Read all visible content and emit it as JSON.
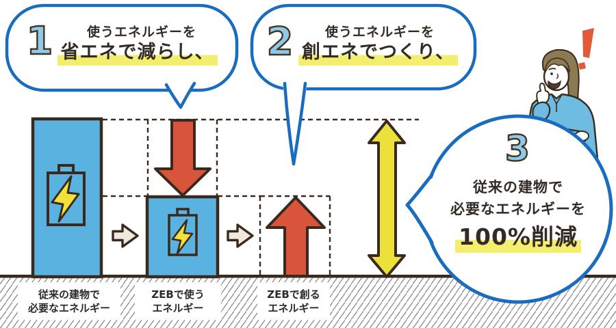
{
  "bubble1": {
    "number": "1",
    "line1": "使うエネルギーを",
    "line2": "省エネで減らし、"
  },
  "bubble2": {
    "number": "2",
    "line1": "使うエネルギーを",
    "line2": "創エネでつくり、"
  },
  "circle3": {
    "number": "3",
    "line1": "従来の建物で",
    "line2": "必要なエネルギーを",
    "line3": "100%削減"
  },
  "ground_labels": [
    {
      "line1": "従来の建物で",
      "line2": "必要なエネルギー"
    },
    {
      "line1": "ZEBで使う",
      "line2": "エネルギー"
    },
    {
      "line1": "ZEBで創る",
      "line2": "エネルギー"
    }
  ],
  "icons": {
    "battery": "battery-energy-icon",
    "lightning": "lightning-bolt-icon",
    "reduce_arrow": "red-down-arrow-icon",
    "create_arrow": "red-up-arrow-icon",
    "total_arrow": "yellow-double-arrow-icon",
    "step_arrow": "next-step-arrow-icon",
    "exclamation": "exclamation-mark-icon",
    "person": "guide-woman-illustration"
  },
  "colors": {
    "bar_blue": "#59B2DF",
    "outline_brown": "#3A2A1E",
    "arrow_red": "#D8543A",
    "arrow_yellow": "#ECE13B",
    "highlight_yellow": "#F3EE6E",
    "bubble_border_blue": "#1A6DBE",
    "number_blue": "#8CC9EB",
    "hatch_gray": "#8A8A8A"
  }
}
